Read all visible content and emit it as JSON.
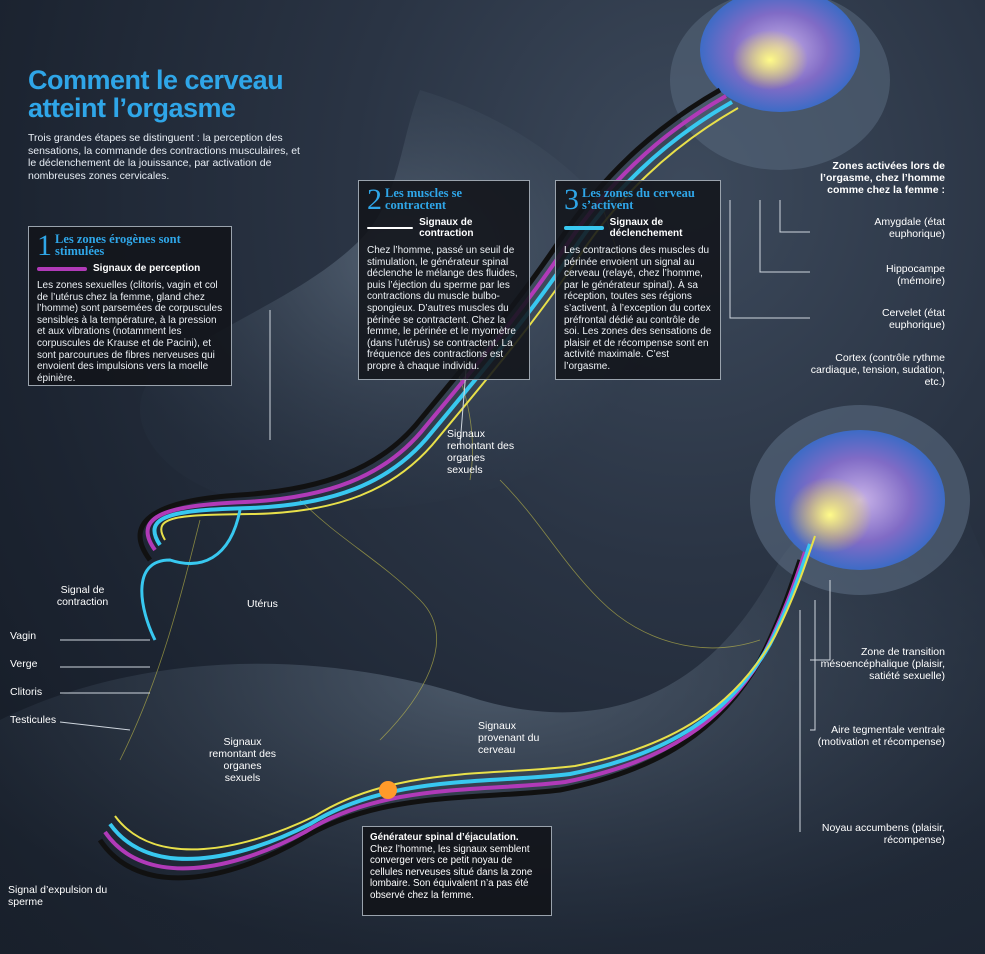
{
  "title": "Comment le cerveau atteint l’orgasme",
  "intro": "Trois grandes étapes se distinguent : la perception des sensations, la commande des contractions musculaires, et le déclenchement de la jouissance, par activation de nombreuses zones cervicales.",
  "colors": {
    "accent": "#2fa6e8",
    "perception": "#b03ab8",
    "contraction": "#111111",
    "declenchement": "#38c8f0",
    "nerves": "#d9d24a",
    "brain": "#f2e23a"
  },
  "steps": [
    {
      "num": "1",
      "heading": "Les zones érogènes sont stimulées",
      "signal": "Signaux de perception",
      "body": "Les zones sexuelles (clitoris, vagin et col de l’utérus chez la femme, gland chez l’homme) sont parsemées de corpuscules sensibles à la température, à la pression et aux vibrations (notamment les corpuscules de Krause et de Pacini), et sont parcourues de fibres nerveuses qui envoient des impulsions vers la moelle épinière."
    },
    {
      "num": "2",
      "heading": "Les muscles se contractent",
      "signal": "Signaux de contraction",
      "body": "Chez l’homme, passé un seuil de stimulation, le générateur spinal déclenche le mélange des fluides, puis l’éjection du sperme par les contractions du muscle bulbo-spongieux. D’autres muscles du périnée se contractent. Chez la femme, le périnée et le myomètre (dans l’utérus) se contractent. La fréquence des contractions est propre à chaque individu."
    },
    {
      "num": "3",
      "heading": "Les zones du cerveau s’activent",
      "signal": "Signaux de déclenchement",
      "body": "Les contractions des muscles du périnée envoient un signal au cerveau (relayé, chez l’homme, par le générateur spinal). À sa réception, toutes ses régions s’activent, à l’exception du cortex préfrontal dédié au contrôle de soi. Les zones des sensations de plaisir et de récompense sont en activité maximale. C’est l’orgasme."
    }
  ],
  "zones_title": "Zones activées lors de l’orgasme, chez l’homme comme chez la femme :",
  "zones": [
    "Amygdale (état euphorique)",
    "Hippocampe (mémoire)",
    "Cervelet (état euphorique)",
    "Cortex (contrôle rythme cardiaque, tension, sudation, etc.)",
    "Zone de transition mésoencéphalique (plaisir, satiété sexuelle)",
    "Aire tegmentale ventrale (motivation et récompense)",
    "Noyau accumbens (plaisir, récompense)"
  ],
  "labels": {
    "signaux_remontant_1": "Signaux remontant des organes sexuels",
    "signal_contraction": "Signal de contraction",
    "uterus": "Utérus",
    "vagin": "Vagin",
    "verge": "Verge",
    "clitoris": "Clitoris",
    "testicules": "Testicules",
    "signaux_remontant_2": "Signaux remontant des organes sexuels",
    "signaux_provenant": "Signaux provenant du cerveau",
    "signal_expulsion": "Signal d’expulsion du sperme"
  },
  "generator": {
    "title": "Générateur spinal d’éjaculation.",
    "body": "Chez l’homme, les signaux semblent converger vers ce petit noyau de cellules nerveuses situé dans la zone lombaire. Son équivalent n’a pas été observé chez la femme."
  }
}
